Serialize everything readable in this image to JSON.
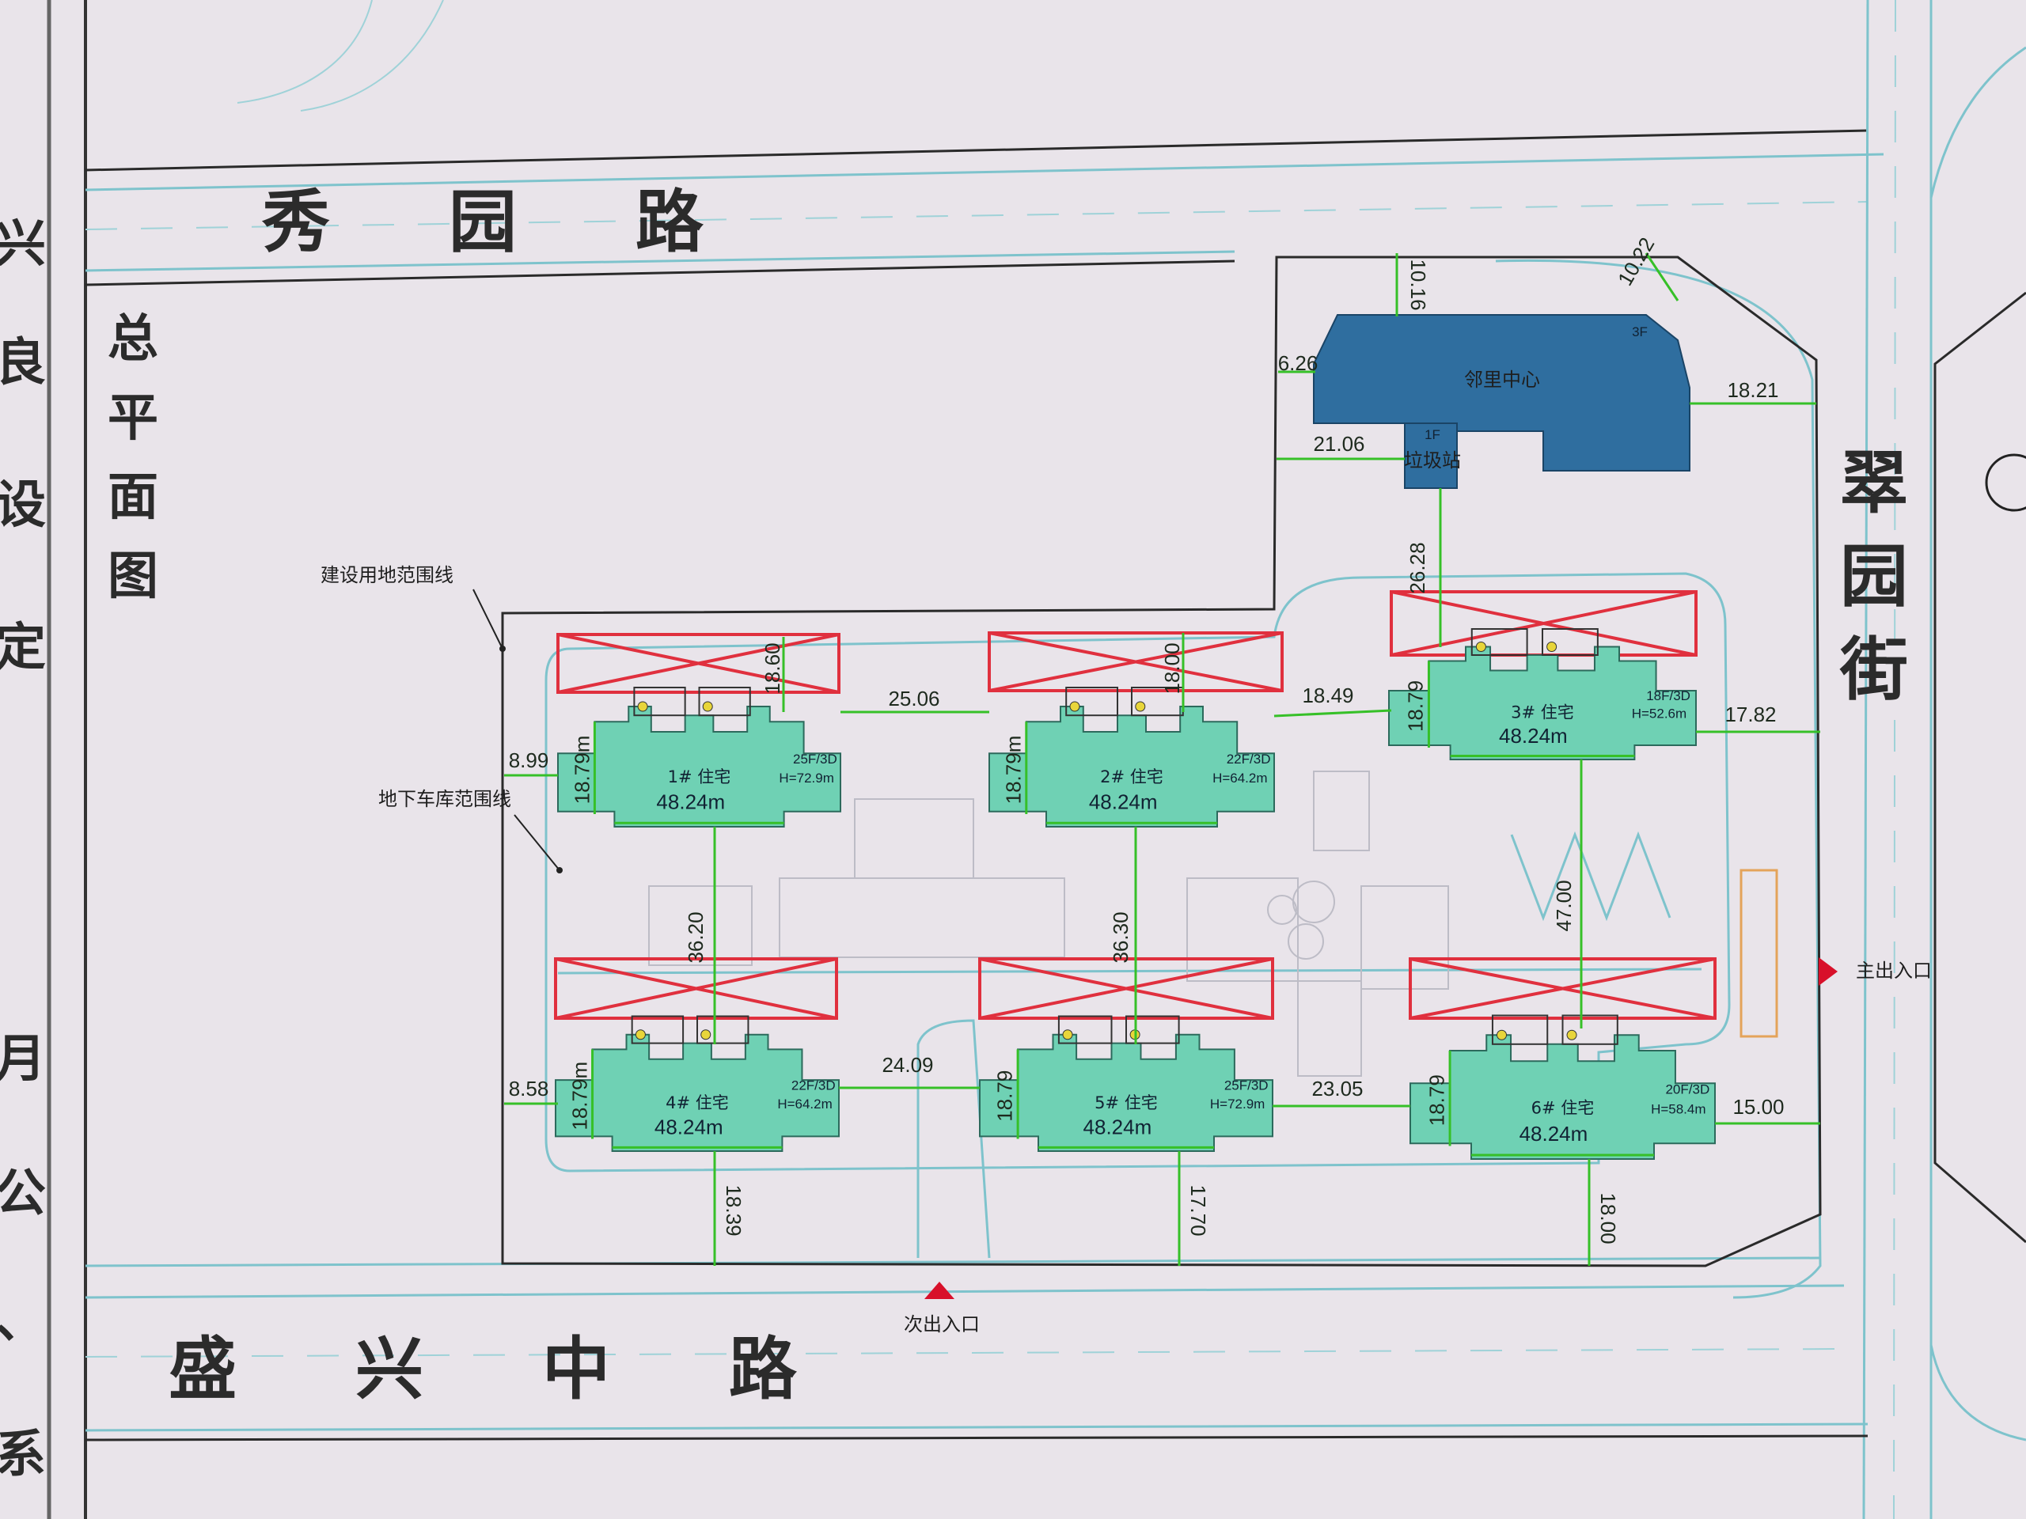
{
  "title_vertical": "总平面图",
  "left_edge_chars": [
    "兴",
    "良",
    "设",
    "定",
    "月",
    "公",
    "、",
    "系"
  ],
  "roads": {
    "north": "秀 园 路",
    "south": "盛 兴 中 路",
    "east": "翠园街"
  },
  "labels": {
    "construction_boundary": "建设用地范围线",
    "garage_boundary": "地下车库范围线",
    "main_entrance": "主出入口",
    "secondary_entrance": "次出入口",
    "community_center": "邻里中心",
    "community_center_floors": "3F",
    "trash_station": "垃圾站",
    "trash_station_floors": "1F"
  },
  "buildings": [
    {
      "name": "1# 住宅",
      "length": "48.24m",
      "depth": "18.79m",
      "floors": "25F/3D",
      "height": "H=72.9m"
    },
    {
      "name": "2# 住宅",
      "length": "48.24m",
      "depth": "18.79m",
      "floors": "22F/3D",
      "height": "H=64.2m"
    },
    {
      "name": "3# 住宅",
      "length": "48.24m",
      "depth": "18.79",
      "floors": "18F/3D",
      "height": "H=52.6m"
    },
    {
      "name": "4# 住宅",
      "length": "48.24m",
      "depth": "18.79m",
      "floors": "22F/3D",
      "height": "H=64.2m"
    },
    {
      "name": "5# 住宅",
      "length": "48.24m",
      "depth": "18.79",
      "floors": "25F/3D",
      "height": "H=72.9m"
    },
    {
      "name": "6# 住宅",
      "length": "48.24m",
      "depth": "18.79",
      "floors": "20F/3D",
      "height": "H=58.4m"
    }
  ],
  "dimensions": {
    "d_10_16": "10.16",
    "d_10_22": "10.22",
    "d_6_26": "6.26",
    "d_18_21": "18.21",
    "d_21_06": "21.06",
    "d_26_28": "26.28",
    "d_18_60": "18.60",
    "d_18_00_top": "18.00",
    "d_25_06": "25.06",
    "d_18_49": "18.49",
    "d_17_82": "17.82",
    "d_8_99": "8.99",
    "d_36_20": "36.20",
    "d_36_30": "36.30",
    "d_47_00": "47.00",
    "d_8_58": "8.58",
    "d_24_09": "24.09",
    "d_23_05": "23.05",
    "d_15_00": "15.00",
    "d_18_39": "18.39",
    "d_17_70": "17.70",
    "d_18_00_bottom": "18.00"
  },
  "colors": {
    "paper": "#e9e4ea",
    "building": "#6fd1b4",
    "community_center": "#2f6e9f",
    "cross_box": "#e0303e",
    "dimension_line": "#36c028",
    "road_line": "#7ec3cc",
    "entrance_marker": "#d8102a"
  }
}
